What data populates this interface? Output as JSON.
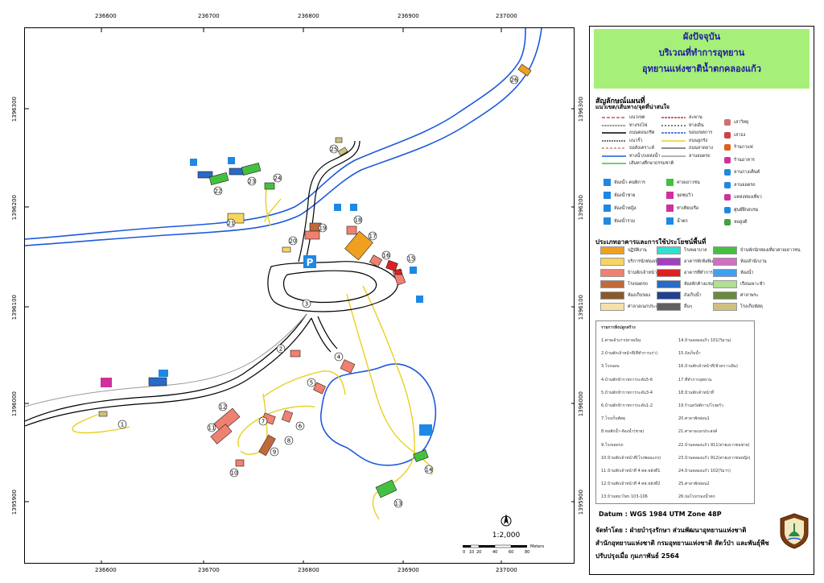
{
  "title": {
    "line1": "ผังปัจจุบัน",
    "line2": "บริเวณที่ทำการอุทยาน",
    "line3": "อุทยานแห่งชาติน้ำตกคลองแก้ว"
  },
  "grid": {
    "x_labels": [
      "236600",
      "236700",
      "236800",
      "236900",
      "237000"
    ],
    "y_labels": [
      "1396300",
      "1396200",
      "1396100",
      "1396000",
      "1395900"
    ]
  },
  "legend": {
    "symbols_title": "สัญลักษณ์แผนที่",
    "lines_subtitle": "แนวเขต/เส้นทาง/จุดที่น่าสนใจ",
    "line_items": [
      {
        "label": "แนวเขต",
        "color": "#d05050",
        "dash": "4,2"
      },
      {
        "label": "ทางรถไฟ",
        "color": "#333333",
        "dash": "1,1"
      },
      {
        "label": "ถนนคอนกรีต",
        "color": "#000000",
        "dash": ""
      },
      {
        "label": "แนวรั้ว",
        "color": "#444444",
        "dash": "2,1"
      },
      {
        "label": "บ่อสังเคราะห์",
        "color": "#c08080",
        "dash": "3,2"
      },
      {
        "label": "ทางน้ำ/แหล่งน้ำ",
        "color": "#1e5adc",
        "dash": ""
      },
      {
        "label": "เส้นทางศึกษาธรรมชาติ",
        "color": "#44bb44",
        "dash": ""
      }
    ],
    "line_items2": [
      {
        "label": "สะพาน",
        "color": "#c03030",
        "dash": "3,1"
      },
      {
        "label": "ทางเดิน",
        "color": "#555555",
        "dash": "2,2"
      },
      {
        "label": "ขอบเขตการ",
        "color": "#3355cc",
        "dash": "3,1"
      },
      {
        "label": "ถนนลูกรัง",
        "color": "#e8d020",
        "dash": ""
      },
      {
        "label": "ถนนลาดยาง",
        "color": "#666666",
        "dash": ""
      },
      {
        "label": "ลานจอดรถ",
        "color": "#999999",
        "dash": ""
      }
    ],
    "point_items": [
      {
        "label": "เสาวิทยุ",
        "icon": "radio-tower-icon"
      },
      {
        "label": "เสาธง",
        "icon": "flag-icon"
      },
      {
        "label": "ร้านกาแฟ",
        "icon": "cafe-icon"
      },
      {
        "label": "ร้านอาหาร",
        "icon": "restaurant-icon"
      },
      {
        "label": "ลานกางเต็นท์",
        "icon": "tent-icon"
      },
      {
        "label": "ลานจอดรถ",
        "icon": "parking-icon"
      },
      {
        "label": "แหล่งท่องเที่ยว",
        "icon": "attraction-icon"
      },
      {
        "label": "ศูนย์ฝึกอบรม",
        "icon": "training-icon"
      },
      {
        "label": "หอสูงดี",
        "icon": "tower-icon"
      }
    ],
    "facility_items": [
      {
        "label": "ห้องน้ำ-คนพิการ",
        "icon": "wheelchair-icon"
      },
      {
        "label": "ห้องน้ำชาย",
        "icon": "male-toilet-icon"
      },
      {
        "label": "ห้องน้ำหญิง",
        "icon": "female-toilet-icon"
      },
      {
        "label": "ห้องน้ำรวม",
        "icon": "toilet-icon"
      },
      {
        "label": "ค่ายเยาวชน",
        "icon": "youth-camp-icon"
      },
      {
        "label": "จุดชมวิว",
        "icon": "viewpoint-icon"
      },
      {
        "label": "ท่าเทียบเรือ",
        "icon": "pier-icon"
      },
      {
        "label": "น้ำตก",
        "icon": "waterfall-icon"
      }
    ],
    "building_title": "ประเภทอาคารและการใช้ประโยชน์พื้นที่",
    "building_types": [
      {
        "label": "ปฏิบัติงาน",
        "color": "#f0a020"
      },
      {
        "label": "บริการนักท่องเที่ยว",
        "color": "#f7d560"
      },
      {
        "label": "บ้านพักเจ้าหน้าที่",
        "color": "#f08070"
      },
      {
        "label": "โรงจอดรถ",
        "color": "#c06a3c"
      },
      {
        "label": "ห้องเก็บของ",
        "color": "#8a5a2c"
      },
      {
        "label": "ศาลาอเนกประสงค์",
        "color": "#f4e0a8"
      },
      {
        "label": "โรงพยาบาล",
        "color": "#30e0d0"
      },
      {
        "label": "อาคารพักพิงพิเศษ",
        "color": "#a040c0"
      },
      {
        "label": "อาคารที่ทำการ",
        "color": "#e02020"
      },
      {
        "label": "ห้องพักค้างแรม",
        "color": "#2a6ac8"
      },
      {
        "label": "ถังเก็บน้ำ",
        "color": "#204090"
      },
      {
        "label": "อื่นๆ",
        "color": "#606060"
      },
      {
        "label": "บ้านพักนักท่องเที่ยวค่ายเยาวชน",
        "color": "#44c040"
      },
      {
        "label": "ห้องสำนักงาน",
        "color": "#d070c0"
      },
      {
        "label": "ห้องน้ำ",
        "color": "#40a0f0"
      },
      {
        "label": "เรือนเพาะชำ",
        "color": "#b0e090"
      },
      {
        "label": "ศาลาพระ",
        "color": "#6a8a40"
      },
      {
        "label": "โรงเก็บพัสดุ",
        "color": "#d0c080"
      }
    ]
  },
  "building_list": {
    "header": "รายการสิ่งปลูกสร้าง",
    "left": [
      "1.ศาลเจ้าเก่าปลายเนิน",
      "2.บ้านพักเจ้าหน้าที่(ที่ทำการเก่า)",
      "3.โรงนอน",
      "4.บ้านพักข้าราชการระดับ5-6",
      "5.บ้านพักข้าราชการระดับ3-4",
      "6.บ้านพักข้าราชการระดับ1-2",
      "7.โรงเก็บพัสดุ",
      "8.หอพักน้ำ-ห้องน้ำ(ชาย)",
      "9.โรงจอดรถ",
      "10.บ้านพักเจ้าหน้าที่(โรงซ่อมแก่ง)",
      "11.บ้านพักเจ้าหน้าที่ 4 ศส.หลังที่1",
      "12.บ้านพักเจ้าหน้าที่ 4 ศส.หลังที่2",
      "13.บ้านพนาไพร 103-106"
    ],
    "right": [
      "14.บ้านคลองแก้ว 101(วิมาน)",
      "15.ถังเก็บน้ำ",
      "16.บ้านพักเจ้าหน้าที่(ชั่วคราวเดิม)",
      "17.ที่ทำการอุทยาน",
      "18.บ้านพักเจ้าหน้าที่",
      "19.ร้านสวัสดิการ/โรงครัว",
      "20.ศาลาพักผ่อน1",
      "21.ศาลาอเนกประสงค์",
      "22.บ้านคลองแก้ว 911(ค่ายเยาวชนชาย)",
      "23.บ้านคลองแก้ว 912(ค่ายเยาวชนหญิง)",
      "24.บ้านคลองแก้ว 102(วิมาร)",
      "25.ศาลาพักผ่อน2",
      "26.บ่อโรงกรองน้ำตก"
    ]
  },
  "scale": {
    "ratio": "1:2,000",
    "ticks": [
      "0",
      "10",
      "20",
      "40",
      "60",
      "80"
    ],
    "unit": "Meters"
  },
  "footer": {
    "datum": "Datum  : WGS 1984 UTM Zone 48P",
    "made_by_1": "จัดทำโดย  : ฝ่ายบำรุงรักษา ส่วนพัฒนาอุทยานแห่งชาติ",
    "made_by_2": "สำนักอุทยานแห่งชาติ  กรมอุทยานแห่งชาติ สัตว์ป่า และพันธุ์พืช",
    "updated": "ปรับปรุงเมื่อ กุมภาพันธ์ 2564"
  },
  "map_labels": {
    "parking": "P",
    "numbers": [
      "1",
      "2",
      "3",
      "4",
      "5",
      "6",
      "7",
      "8",
      "9",
      "10",
      "11",
      "12",
      "13",
      "14",
      "15",
      "16",
      "17",
      "18",
      "19",
      "20",
      "21",
      "22",
      "23",
      "24",
      "25",
      "26"
    ]
  },
  "colors": {
    "river": "#1e5adc",
    "road": "#000000",
    "gravel": "#e8d020",
    "title_bg": "#a6ef78",
    "title_text": "#1a1aa0"
  }
}
